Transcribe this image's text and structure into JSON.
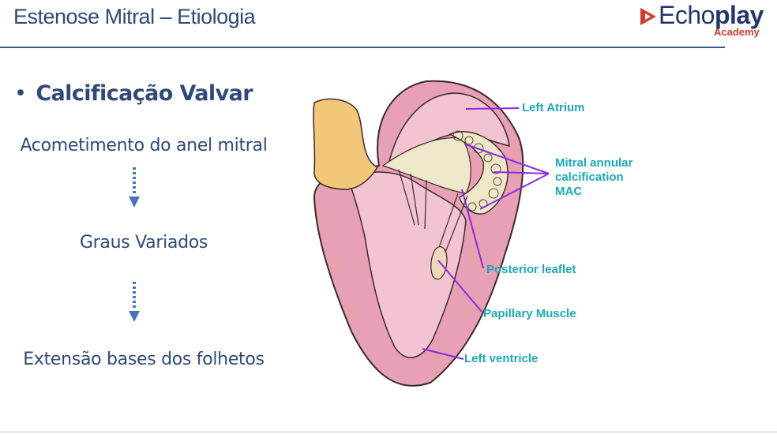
{
  "slide": {
    "title": "Estenose Mitral – Etiologia",
    "logo": {
      "name_regular": "Echo",
      "name_bold": "play",
      "sub": "Academy",
      "mark_color": "#D63A2E",
      "name_color": "#24366A"
    },
    "bullet": {
      "marker": "•",
      "text": "Calcificação Valvar"
    },
    "flow": [
      "Acometimento do anel mitral",
      "Graus Variados",
      "Extensão bases dos folhetos"
    ],
    "arrow_icon": "dotted-down-arrow-icon"
  },
  "diagram": {
    "labels": {
      "left_atrium": "Left Atrium",
      "mac_line1": "Mitral annular",
      "mac_line2": "calcification",
      "mac_line3": "MAC",
      "posterior_leaflet": "Posterior leaflet",
      "papillary_muscle": "Papillary Muscle",
      "left_ventricle": "Left ventricle"
    },
    "colors": {
      "label": "#1BA9B8",
      "callout_line": "#8A2BE2",
      "muscle": "#E8A0B4",
      "cavity": "#F3C4CF",
      "calcification": "#EFE7C9",
      "aorta": "#F2C777"
    }
  }
}
